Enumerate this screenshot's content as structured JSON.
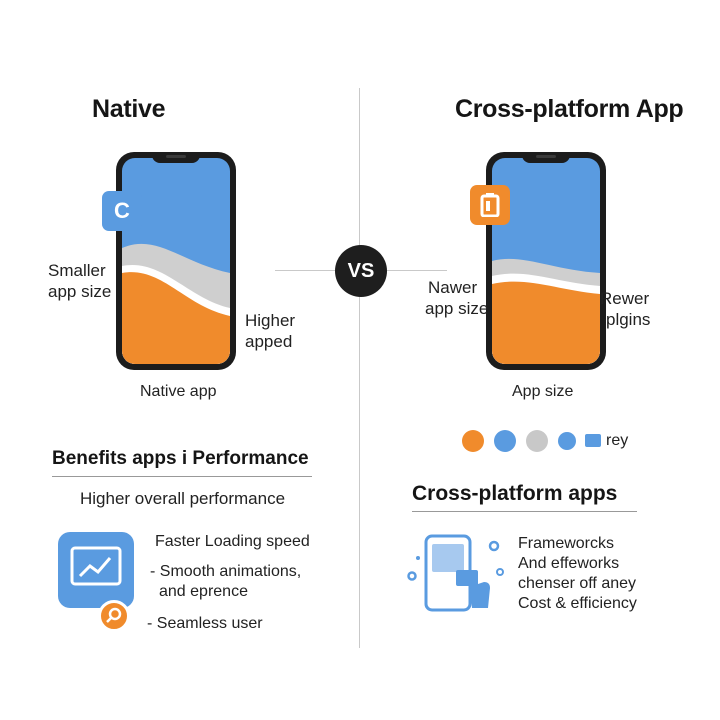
{
  "left": {
    "title": "Native",
    "badge_letter": "C",
    "label_smaller": [
      "Smaller",
      "app size"
    ],
    "label_higher": [
      "Higher",
      "apped"
    ],
    "caption": "Native app",
    "benefits_title": "Benefits apps i Performance",
    "benefits_subtitle": "Higher overall performance",
    "list": [
      "Faster Loading speed",
      "- Smooth animations,",
      "and eprence",
      "- Seamless user"
    ],
    "icons": [
      "chart-monitor-icon",
      "magnifier-badge-icon"
    ]
  },
  "right": {
    "title": "Cross-platform App",
    "label_newer": [
      "Nawer",
      "app size"
    ],
    "label_fewer": [
      "Rewer",
      "plgins"
    ],
    "caption": "App size",
    "legend_text": "rey",
    "section_title": "Cross-platform apps",
    "list": [
      "Frameworcks",
      "And effeworks",
      "chenser off aney",
      "Cost & efficiency"
    ],
    "icons": [
      "battery-badge-icon",
      "phone-touch-icon"
    ]
  },
  "vs_label": "VS",
  "colors": {
    "blue": "#5a9be0",
    "orange": "#f08b2c",
    "gray": "#c8c8c8",
    "dark": "#1c1c1c"
  }
}
